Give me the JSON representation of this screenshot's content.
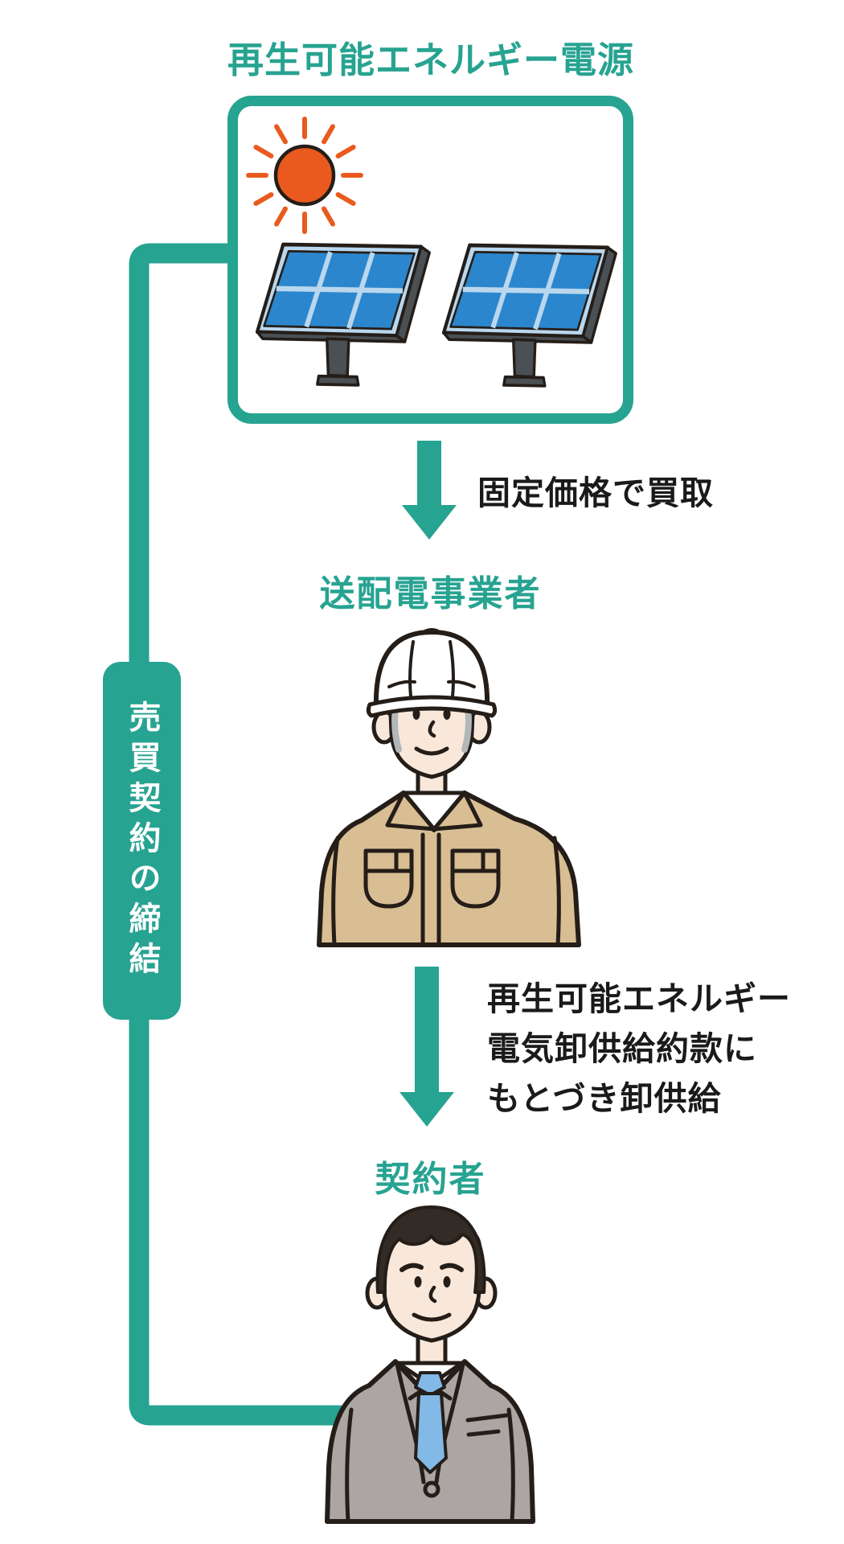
{
  "colors": {
    "teal": "#27a391",
    "text": "#1a1a1a",
    "sun-orange": "#ea5a1f",
    "panel-blue": "#2b86cd",
    "panel-frame": "#b9d7ee",
    "panel-side": "#4a5054",
    "outline": "#241d18",
    "skin": "#f9e8da",
    "jacket": "#d9be93",
    "suit": "#aba6a3",
    "tie": "#82b9e6",
    "hair": "#332b26"
  },
  "diagram": {
    "title": "再生可能エネルギー電源",
    "arrow1_label": "固定価格で買取",
    "node2_label": "送配電事業者",
    "arrow2_label_lines": [
      "再生可能エネルギー",
      "電気卸供給約款に",
      "もとづき卸供給"
    ],
    "node3_label": "契約者",
    "contract_label": "売買契約の締結"
  }
}
